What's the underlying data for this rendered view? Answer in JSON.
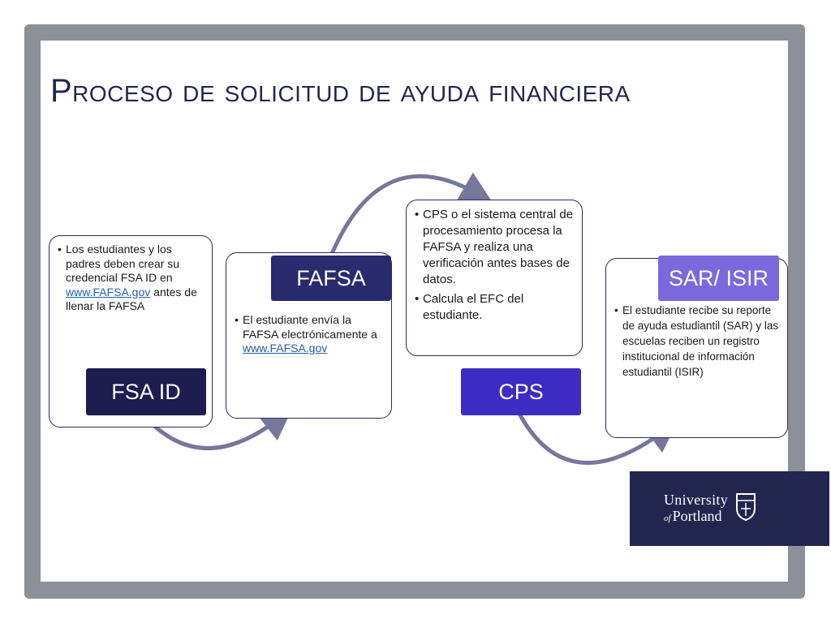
{
  "title": "Proceso de solicitud de ayuda financiera",
  "steps": [
    {
      "tag": "FSA ID",
      "tag_color": "#1f1c4f",
      "bullets": {
        "b1_text_a": "Los estudiantes y los padres deben crear su credencial FSA ID en ",
        "b1_link": "www.FAFSA.gov",
        "b1_text_b": " antes de llenar la FAFSA"
      }
    },
    {
      "tag": "FAFSA",
      "tag_color": "#2a2a6e",
      "bullets": {
        "b1_text": "El estudiante envía la FAFSA electrónicamente a ",
        "b1_link": "www.FAFSA.gov"
      }
    },
    {
      "tag": "CPS",
      "tag_color": "#3d2bc4",
      "bullets": {
        "b1": "CPS o el sistema central de procesamiento procesa la FAFSA y realiza una verificación antes bases de datos.",
        "b2": "Calcula el EFC del estudiante."
      }
    },
    {
      "tag": "SAR/ ISIR",
      "tag_color": "#7b68dc",
      "bullets": {
        "b1": "El estudiante recibe su reporte de ayuda estudiantil (SAR) y las escuelas reciben un registro institucional de información estudiantil (ISIR)"
      }
    }
  ],
  "logo": {
    "line1": "University",
    "line2_prefix": "of",
    "line2": "Portland"
  },
  "colors": {
    "frame": "#8b9099",
    "title": "#242650",
    "arrow": "#77779b",
    "card_border": "#2a2a5e",
    "logo_bg": "#22264f"
  }
}
